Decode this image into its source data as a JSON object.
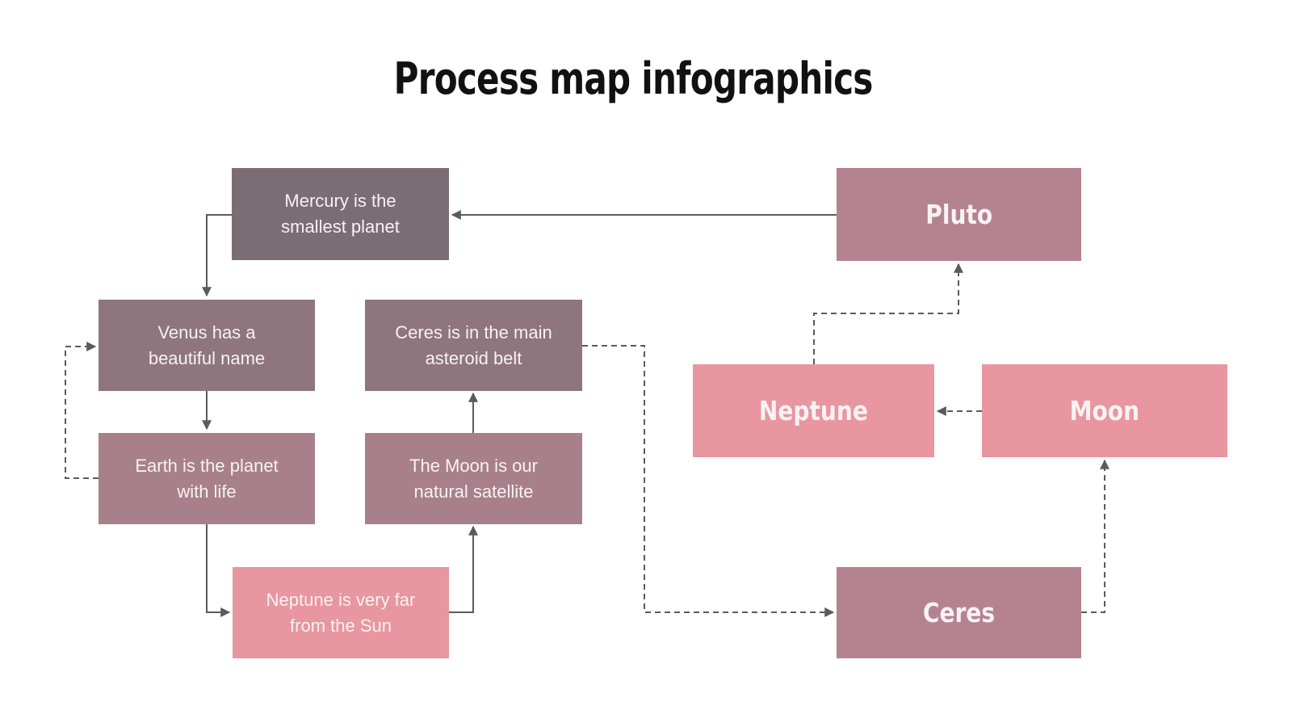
{
  "title": "Process map infographics",
  "colors": {
    "background": "#ffffff",
    "title_text": "#111111",
    "box_text": "#f7f2f3",
    "connector_gray": "#5b5b5b",
    "dark_plum": "#7b6d74",
    "plum": "#8f757e",
    "rose_plum": "#a8808b",
    "pink": "#e8969f",
    "mauve": "#b4838f"
  },
  "left_flow": {
    "boxes": [
      {
        "name": "mercury",
        "lines": [
          "Mercury is the",
          "smallest planet"
        ],
        "color": "#7b6d74"
      },
      {
        "name": "venus",
        "lines": [
          "Venus has a",
          "beautiful name"
        ],
        "color": "#8f757e"
      },
      {
        "name": "ceres-belt",
        "lines": [
          "Ceres is in the main",
          "asteroid belt"
        ],
        "color": "#8f757e"
      },
      {
        "name": "earth",
        "lines": [
          "Earth is the planet",
          "with life"
        ],
        "color": "#a8808b"
      },
      {
        "name": "moon-satellite",
        "lines": [
          "The Moon is our",
          "natural satellite"
        ],
        "color": "#a8808b"
      },
      {
        "name": "neptune-far",
        "lines": [
          "Neptune is very far",
          "from the Sun"
        ],
        "color": "#e8969f"
      }
    ]
  },
  "right_flow": {
    "boxes": [
      {
        "name": "pluto",
        "label": "Pluto",
        "color": "#b4838f"
      },
      {
        "name": "neptune",
        "label": "Neptune",
        "color": "#e8969f"
      },
      {
        "name": "moon",
        "label": "Moon",
        "color": "#e8969f"
      },
      {
        "name": "ceres",
        "label": "Ceres",
        "color": "#b4838f"
      }
    ]
  }
}
